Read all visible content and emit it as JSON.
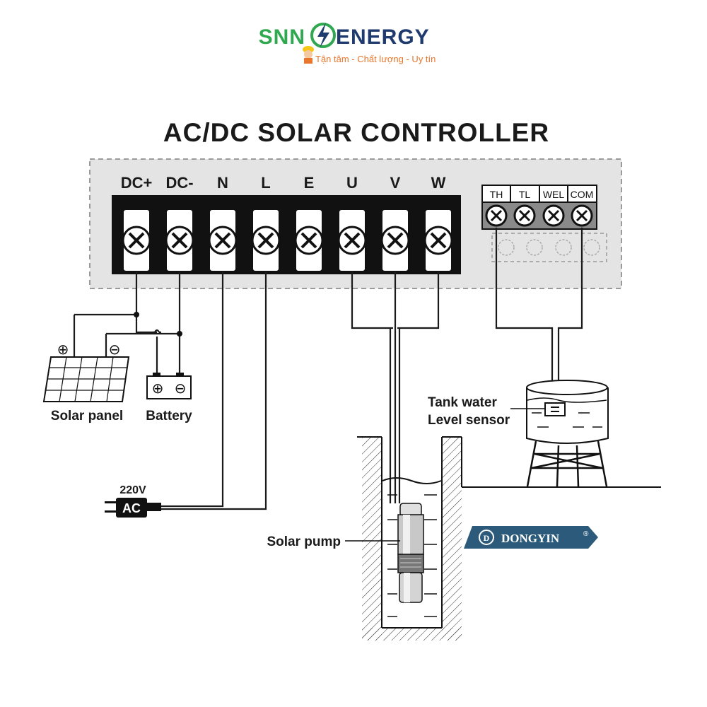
{
  "brand": {
    "name_left": "SNN",
    "name_right": "ENERGY",
    "slogan": "Tận tâm - Chất lượng - Uy tín",
    "green": "#2fa84f",
    "navy": "#1f3a6e",
    "orange": "#e8762c"
  },
  "title": "AC/DC SOLAR CONTROLLER",
  "controller": {
    "main_terminals": [
      "DC+",
      "DC-",
      "N",
      "L",
      "E",
      "U",
      "V",
      "W"
    ],
    "sensor_terminals": [
      "TH",
      "TL",
      "WEL",
      "COM"
    ]
  },
  "labels": {
    "solar_panel": "Solar panel",
    "battery": "Battery",
    "ac_voltage": "220V",
    "ac": "AC",
    "pump": "Solar pump",
    "sensor_line1": "Tank water",
    "sensor_line2": "Level sensor"
  },
  "symbols": {
    "plus": "⊕",
    "minus": "⊖"
  },
  "logo_dongyin": {
    "text": "DONGYIN",
    "mark": "®",
    "color": "#2c5a7a"
  }
}
